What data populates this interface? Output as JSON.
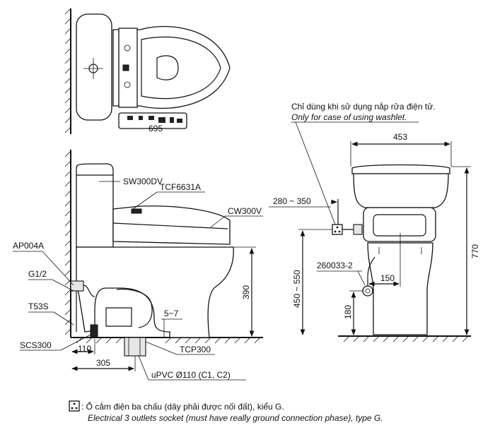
{
  "top_view": {
    "width_dim": "695"
  },
  "side_view": {
    "labels": {
      "tank": "SW300DV",
      "seat": "TCF6631A",
      "bowl": "CW300V",
      "stop_valve": "AP004A",
      "inlet": "G1/2",
      "hose": "T53S",
      "screws": "SCS300",
      "trap": "TCP300",
      "pipe": "uPVC Ø110 (C1, C2)"
    },
    "dims": {
      "height": "390",
      "gap": "5~7",
      "wall_to_inlet": "110",
      "rough_in": "305"
    }
  },
  "front_view": {
    "note_vi": "Chỉ dùng khi sử dụng nắp rửa điện tử.",
    "note_en": "Only for case of using washlet.",
    "labels": {
      "valve": "260033-2"
    },
    "dims": {
      "width": "453",
      "socket_offset": "280 ~ 350",
      "socket_height": "450 ~ 550",
      "valve_offset": "150",
      "valve_height": "180",
      "total_height": "770"
    }
  },
  "legend": {
    "symbol": "socket-symbol",
    "text_vi": ": Ổ cắm điện ba chấu (dây phải được nối đất), kiểu G.",
    "text_en": "Electrical 3 outlets socket (must have really ground connection phase), type G."
  }
}
